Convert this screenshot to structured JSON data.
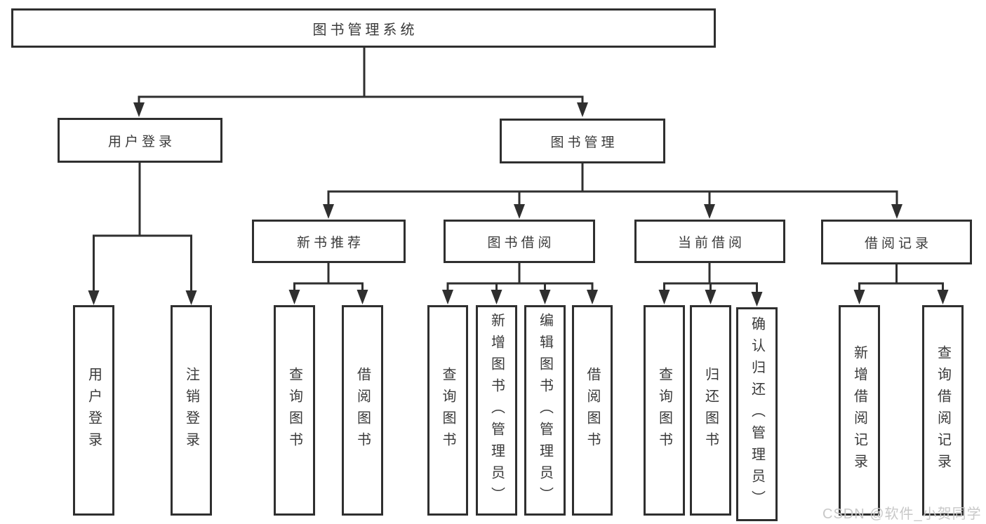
{
  "diagram_title": "图书管理系统",
  "tree": {
    "root": "图书管理系统",
    "children": [
      {
        "label": "用户登录",
        "children": [
          "用户登录",
          "注销登录"
        ]
      },
      {
        "label": "图书管理",
        "children": [
          {
            "label": "新书推荐",
            "children": [
              "查询图书",
              "借阅图书"
            ]
          },
          {
            "label": "图书借阅",
            "children": [
              "查询图书",
              "新增图书（管理员）",
              "编辑图书（管理员）",
              "借阅图书"
            ]
          },
          {
            "label": "当前借阅",
            "children": [
              "查询图书",
              "归还图书",
              "确认归还（管理员）"
            ]
          },
          {
            "label": "借阅记录",
            "children": [
              "新增借阅记录",
              "查询借阅记录"
            ]
          }
        ]
      }
    ]
  },
  "colors": {
    "line": "#2f2f2f",
    "text": "#3a3a3a",
    "watermark": "#c8c8c8",
    "background": "#ffffff"
  },
  "watermark": "CSDN @软件_小贺同学"
}
